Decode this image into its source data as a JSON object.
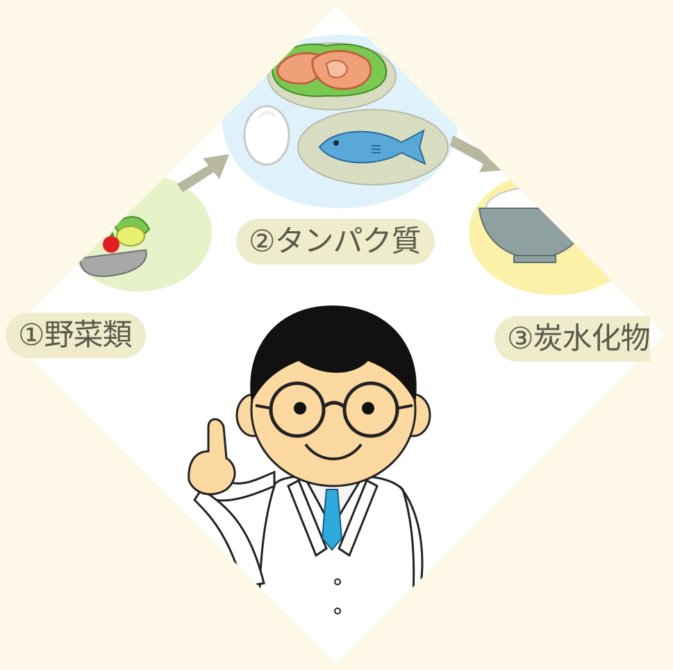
{
  "labels": {
    "vegetables": "①野菜類",
    "protein": "②タンパク質",
    "carbohydrates": "③炭水化物"
  },
  "colors": {
    "page_background": "#fdf8e8",
    "diamond": "#ffffff",
    "label_background": "#efeccc",
    "label_text": "#5a5a4a",
    "arrow": "#b8b8a0",
    "vegetable_zone": "#e6f2c8",
    "protein_zone": "#dff1fa",
    "carb_zone": "#fbf1a8",
    "fish": "#5aa8d8",
    "meat": "#f0a078",
    "lettuce": "#7ac850",
    "tie": "#2eaadc",
    "skin": "#fcd9a0"
  },
  "icons": [
    "salad-bowl-icon",
    "meat-plate-icon",
    "egg-icon",
    "fish-plate-icon",
    "rice-bowl-icon",
    "arrow-icon"
  ],
  "character": "doctor-in-white-coat"
}
